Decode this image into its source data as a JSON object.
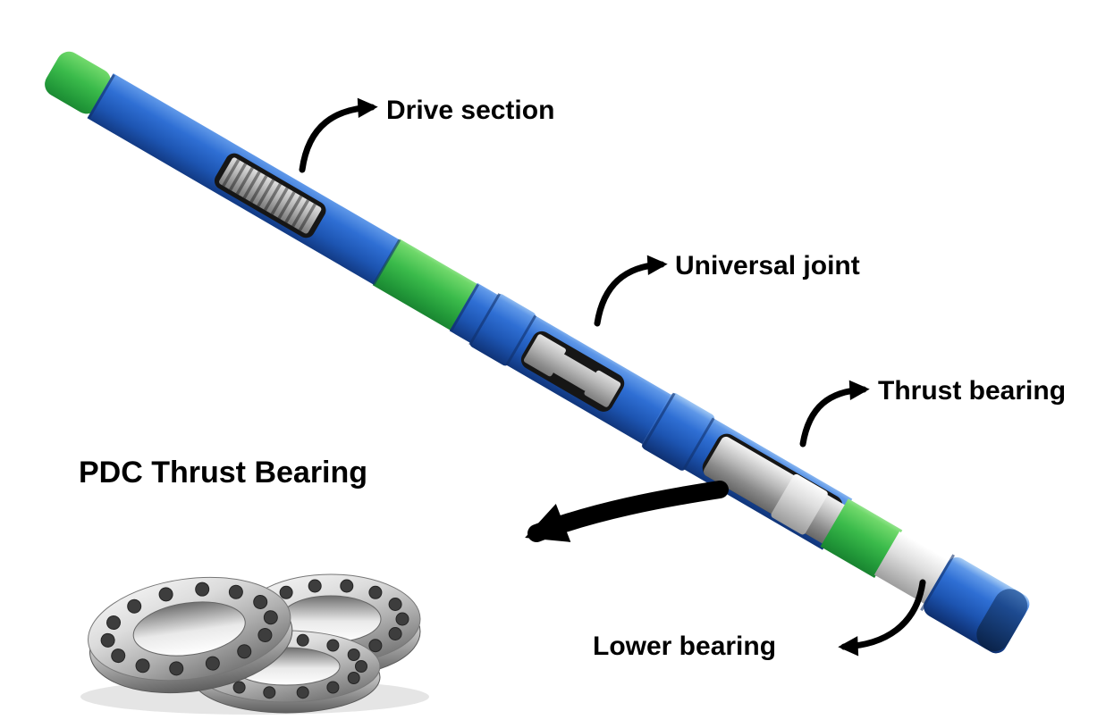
{
  "diagram": {
    "title": "PDC Thrust Bearing",
    "labels": {
      "drive_section": "Drive section",
      "universal_joint": "Universal joint",
      "thrust_bearing": "Thrust bearing",
      "lower_bearing": "Lower bearing"
    },
    "colors": {
      "body_blue": "#2f6fd4",
      "band_green": "#3bbb4b",
      "metal_silver": "#b8b8b8",
      "arrow_black": "#000000",
      "background": "#ffffff"
    }
  }
}
